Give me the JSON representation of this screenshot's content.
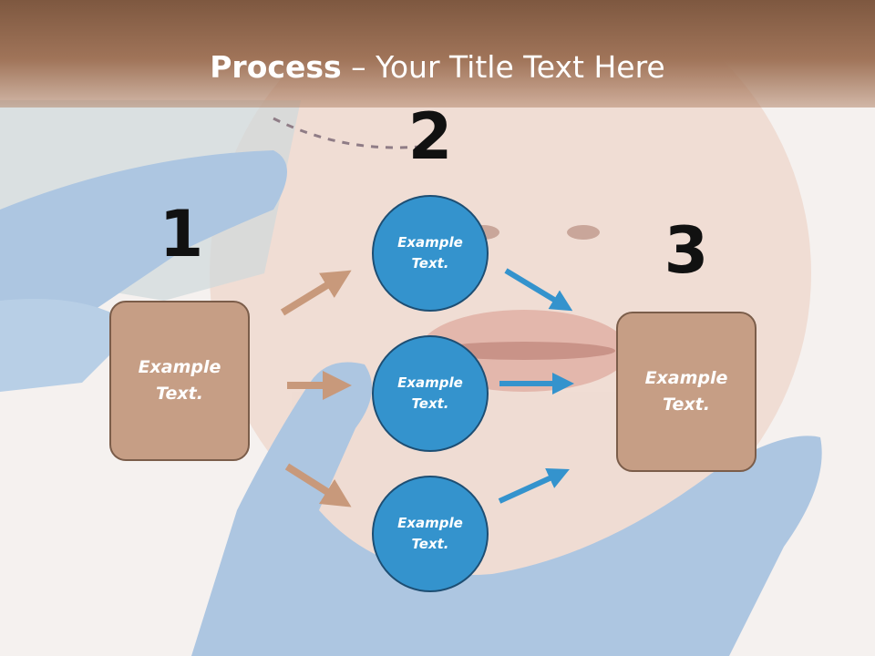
{
  "title": {
    "bold": "Process",
    "rest": " – Your Title Text Here"
  },
  "steps": {
    "one": "1",
    "two": "2",
    "three": "3"
  },
  "left_box": {
    "text": "Example Text."
  },
  "circles": [
    {
      "text": "Example Text."
    },
    {
      "text": "Example Text."
    },
    {
      "text": "Example Text."
    }
  ],
  "right_box": {
    "text": "Example Text."
  },
  "colors": {
    "box_fill": "#c69e85",
    "circle_fill": "#3493cd",
    "brown_arrow": "#c8997b",
    "blue_arrow": "#3493cd",
    "header": "#8e654b"
  },
  "background": {
    "description_icon": "face-with-gloved-hands-photo"
  }
}
